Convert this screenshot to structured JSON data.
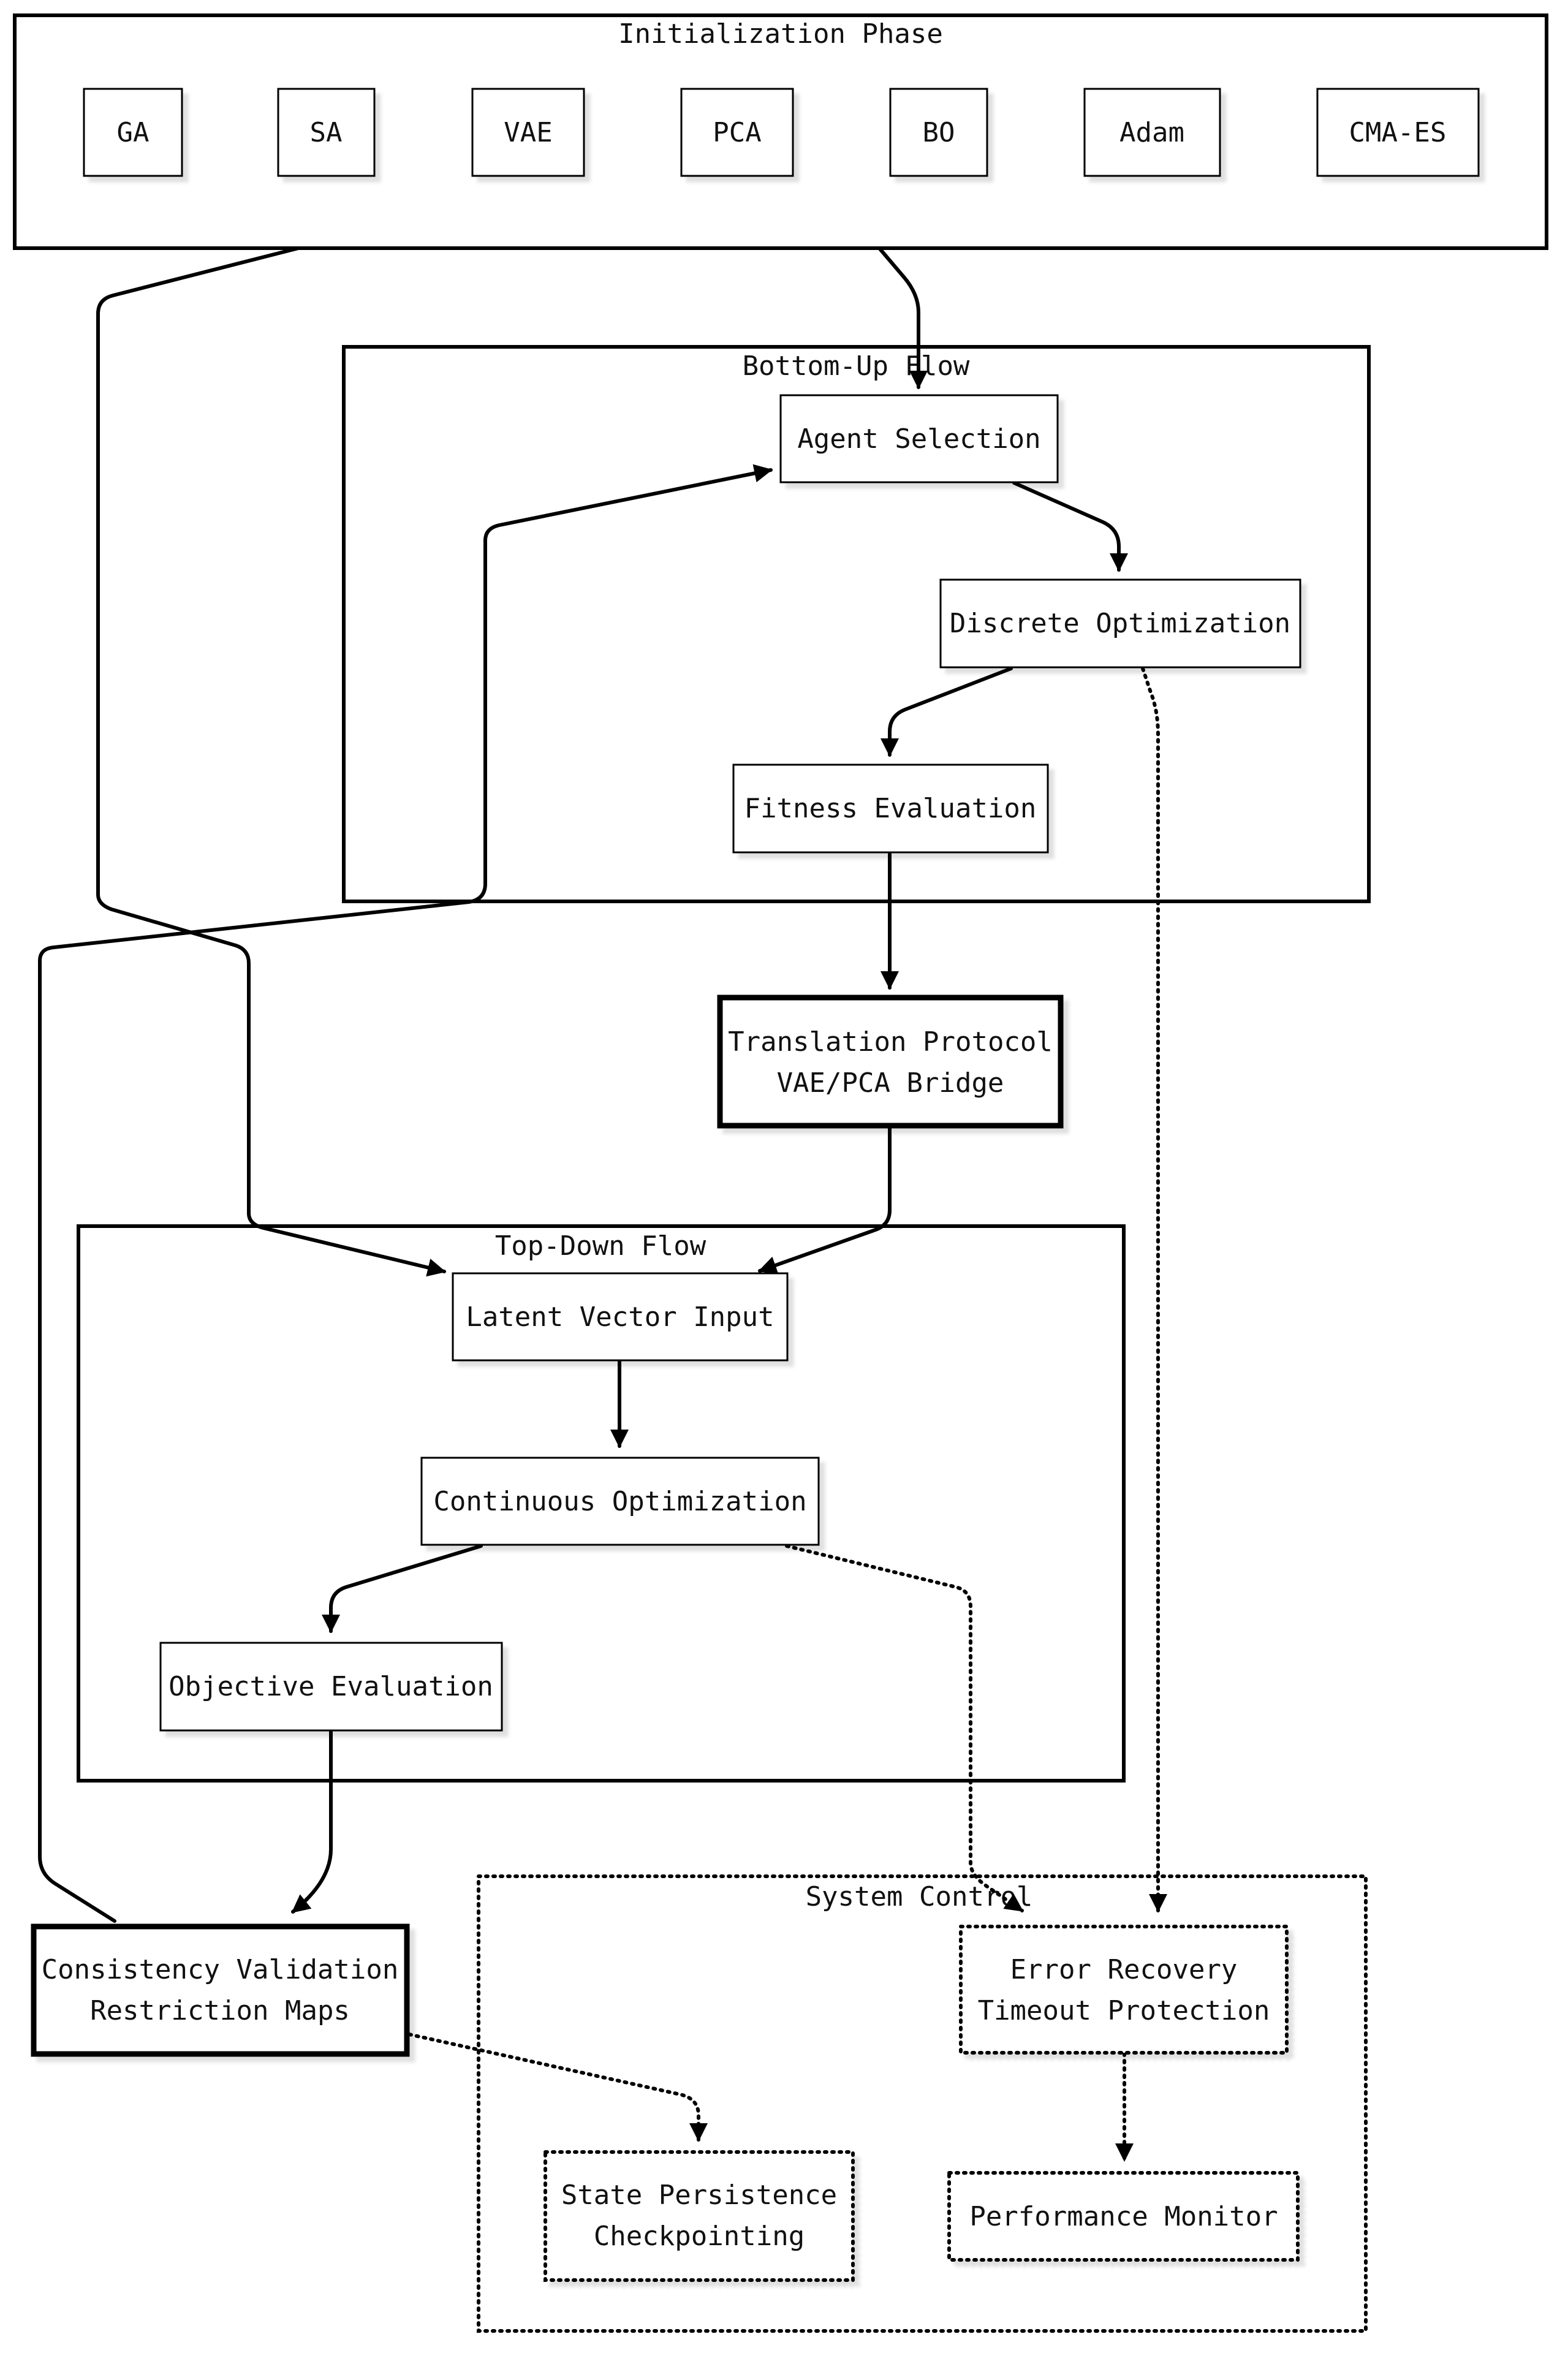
{
  "clusters": {
    "init": "Initialization Phase",
    "bottom_up": "Bottom-Up Flow",
    "top_down": "Top-Down Flow",
    "system": "System Control"
  },
  "nodes": {
    "ga": "GA",
    "sa": "SA",
    "vae": "VAE",
    "pca": "PCA",
    "bo": "BO",
    "adam": "Adam",
    "cmaes": "CMA-ES",
    "agent_selection": "Agent Selection",
    "discrete_optimization": "Discrete Optimization",
    "fitness_evaluation": "Fitness Evaluation",
    "translation": [
      "Translation Protocol",
      "VAE/PCA Bridge"
    ],
    "latent_input": "Latent Vector Input",
    "continuous_optimization": "Continuous Optimization",
    "objective_evaluation": "Objective Evaluation",
    "consistency": [
      "Consistency Validation",
      "Restriction Maps"
    ],
    "error_recovery": [
      "Error Recovery",
      "Timeout Protection"
    ],
    "state_persistence": [
      "State Persistence",
      "Checkpointing"
    ],
    "performance_monitor": "Performance Monitor"
  }
}
